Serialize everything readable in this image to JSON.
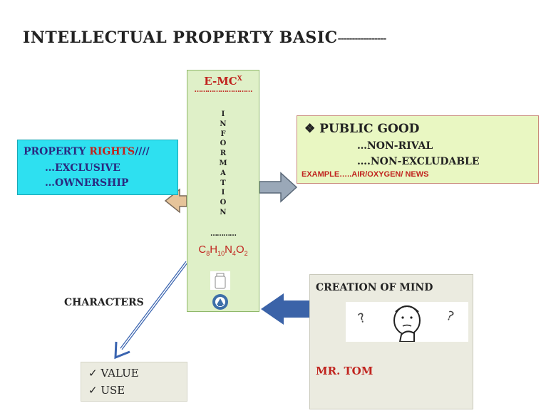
{
  "title": {
    "text": "INTELLECTUAL PROPERTY BASIC",
    "dashes": "-----------------"
  },
  "center": {
    "emc_base": "E-MC",
    "emc_sup": "X",
    "dots_red": "………………………",
    "information_letters": [
      "I",
      "N",
      "F",
      "O",
      "R",
      "M",
      "A",
      "T",
      "I",
      "O",
      "N"
    ],
    "dots_black": "…………",
    "formula": {
      "c": "C",
      "c_sub": "8",
      "h": "H",
      "h_sub": "10",
      "n": "N",
      "n_sub": "4",
      "o": "O",
      "o_sub": "2"
    }
  },
  "property_rights": {
    "line1_a": "PROPERTY ",
    "line1_b": "RIGHTS",
    "line1_c": "////",
    "line2": "…EXCLUSIVE",
    "line3": "…OWNERSHIP"
  },
  "public_good": {
    "bullet": "❖",
    "line1": "PUBLIC GOOD",
    "line2": "…NON-RIVAL",
    "line3": "….NON-EXCLUDABLE",
    "line4": "EXAMPLE…..AIR/OXYGEN/ NEWS"
  },
  "creation_of_mind": {
    "heading": "CREATION OF MIND",
    "name": "MR. TOM"
  },
  "characters": "CHARACTERS",
  "values_box": {
    "check": "✓",
    "item1": "VALUE",
    "item2": "USE"
  },
  "colors": {
    "accent_red": "#c0231e",
    "cyan_box": "#2ee0f0",
    "green_column": "#dff0c8",
    "public_box": "#e9f7c2",
    "grey_box": "#ebebe0",
    "arrow_blue": "#3b63a8"
  }
}
